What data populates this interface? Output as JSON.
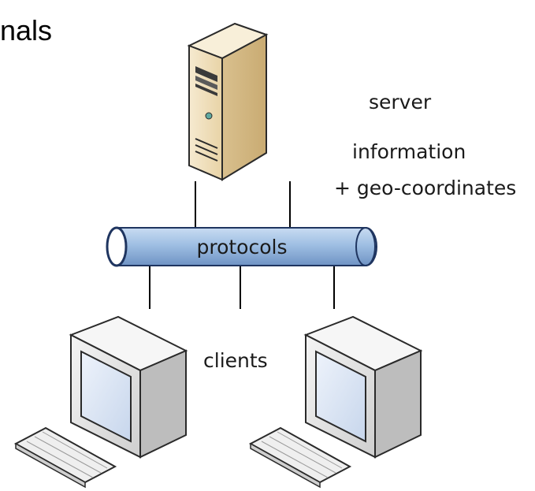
{
  "heading_fragment": "nals",
  "labels": {
    "server": "server",
    "information_line1": "information",
    "information_line2": "+ geo-coordinates",
    "protocols": "protocols",
    "clients": "clients"
  },
  "icons": [
    "server-tower-icon",
    "client-computer-icon",
    "client-computer-icon",
    "keyboard-icon",
    "keyboard-icon"
  ],
  "colors": {
    "server_body": "#f1e2c0",
    "pipe_fill": "#9fbfe3",
    "pipe_stroke": "#1f3560",
    "monitor_body": "#e6e6e6",
    "screen": "#d8e3f2",
    "line": "#000000"
  }
}
